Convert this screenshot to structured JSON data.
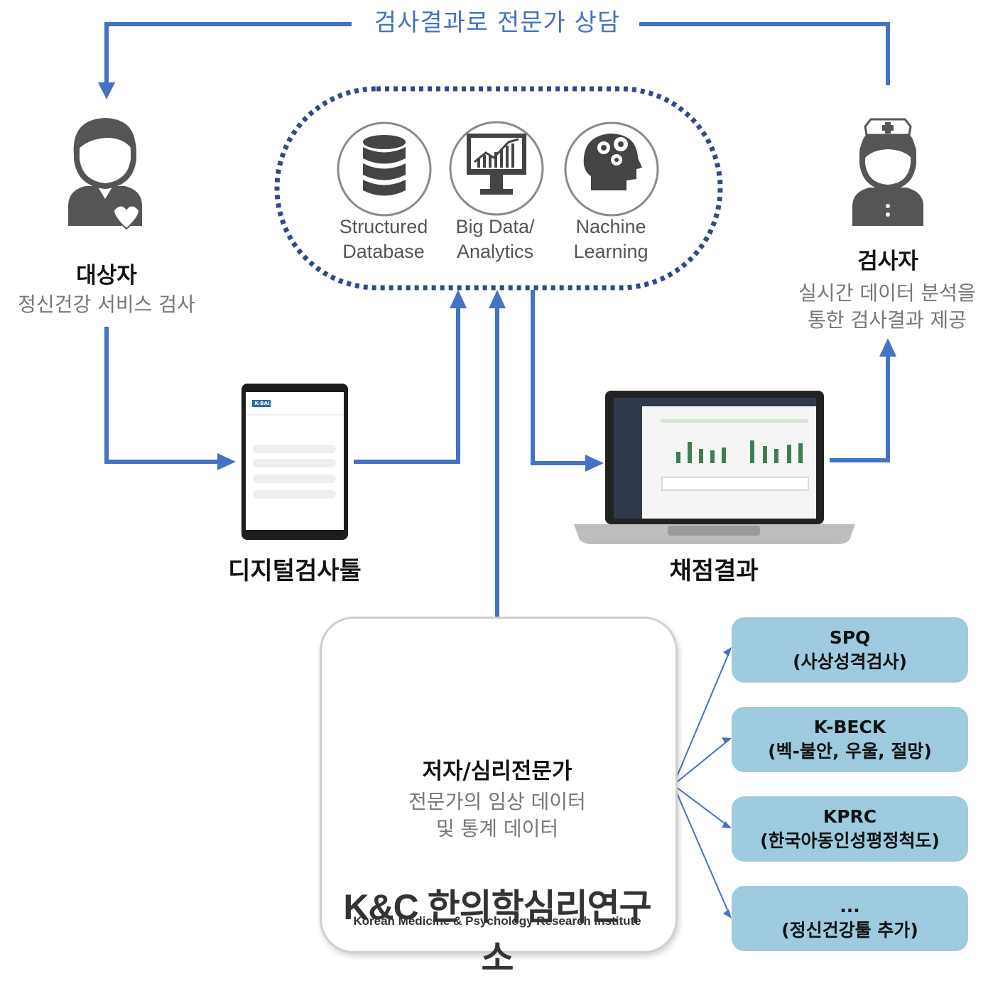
{
  "top_arrow_label": "검사결과로 전문가 상담",
  "subject": {
    "title": "대상자",
    "subtitle": "정신건강 서비스 검사"
  },
  "examiner": {
    "title": "검사자",
    "subtitle_line1": "실시간 데이터 분석을",
    "subtitle_line2": "통한 검사결과 제공"
  },
  "cloud": {
    "items": [
      {
        "line1": "Structured",
        "line2": "Database",
        "icon": "database-icon"
      },
      {
        "line1": "Big Data/",
        "line2": "Analytics",
        "icon": "analytics-monitor-icon"
      },
      {
        "line1": "Nachine",
        "line2": "Learning",
        "icon": "brain-gears-icon"
      }
    ]
  },
  "devices": {
    "tablet_label": "디지털검사툴",
    "laptop_label": "채점결과",
    "tablet_brand": "K-BAI"
  },
  "expert": {
    "title": "저자/심리전문가",
    "subtitle_line1": "전문가의 임상 데이터",
    "subtitle_line2": "및 통계 데이터",
    "logo_main": "K&C 한의학심리연구소",
    "logo_sub": "Korean Medicine & Psychology Research Institute"
  },
  "tests": [
    {
      "line1": "SPQ",
      "line2": "(사상성격검사)"
    },
    {
      "line1": "K-BECK",
      "line2": "(벡-불안, 우울, 절망)"
    },
    {
      "line1": "KPRC",
      "line2": "(한국아동인성평정척도)"
    },
    {
      "line1": "...",
      "line2": "(정신건강툴 추가)"
    }
  ],
  "colors": {
    "flow_arrow": "#4472c4",
    "test_box": "#9ecbe0",
    "icon_gray": "#555555"
  }
}
